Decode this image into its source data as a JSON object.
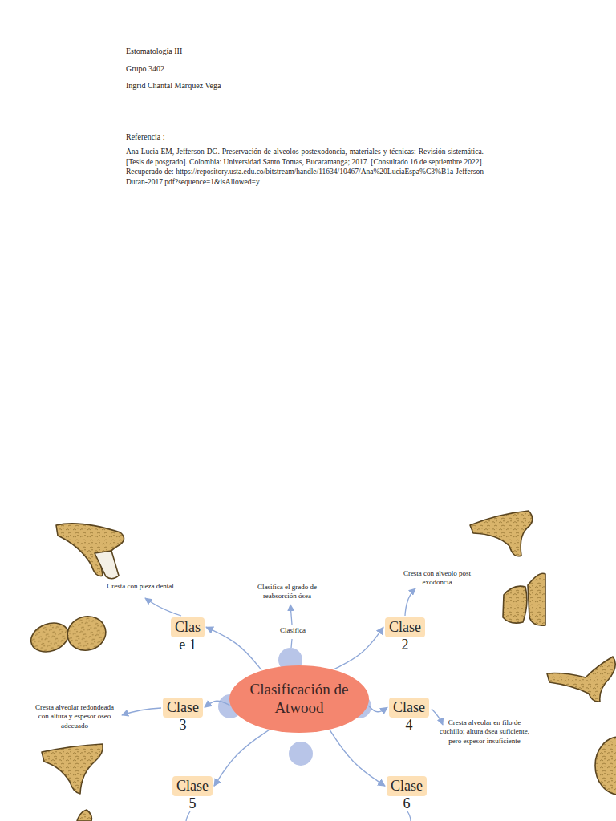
{
  "diagram": {
    "nodes": [
      {
        "text": [
          "Clasificación de Atwood"
        ]
      },
      {
        "text": [
          "Clas",
          "e 1"
        ]
      },
      {
        "text": [
          "Clase",
          "2"
        ]
      },
      {
        "text": [
          "Clase",
          "3"
        ]
      },
      {
        "text": [
          "Clase",
          "4"
        ]
      },
      {
        "text": [
          "Clase",
          "5"
        ]
      },
      {
        "text": [
          "Clase",
          "6"
        ]
      }
    ],
    "edges": [
      {
        "from": 0,
        "to": 1,
        "arrow": "to"
      },
      {
        "from": 0,
        "to": 2,
        "arrow": "to"
      },
      {
        "from": 0,
        "to": 3,
        "arrow": "to"
      },
      {
        "from": 0,
        "to": 4,
        "arrow": "to"
      },
      {
        "from": 0,
        "to": 5,
        "arrow": "to"
      },
      {
        "from": 0,
        "to": 6,
        "arrow": "to"
      }
    ],
    "labels": [
      "Estomatología III",
      "Grupo 3402",
      "Ingrid Chantal Márquez Vega",
      "Referencia :",
      "Ana Lucia EM,  Jefferson DG. Preservación de alveolos postexodoncia, materiales y técnicas: Revisión sistemática. [Tesis de posgrado]. Colombia: Universidad Santo Tomas, Bucaramanga; 2017. [Consultado 16 de septiembre 2022]. Recuperado de: https://repository.usta.edu.co/bitstream/handle/11634/10467/Ana%20LuciaEspa%C3%B1a-JeffersonDuran-2017.pdf?sequence=1&isAllowed=y",
      "Cresta con pieza dental",
      "Clasifica el grado de reabsorción ósea",
      "Clasifica",
      "Cresta con alveolo post exodoncia",
      "Cresta alveolar redondeada con altura y espesor óseo adecuado",
      "Cresta alveolar en filo de cuchillo; altura ósea suficiente, pero espesor insuficiente"
    ]
  }
}
